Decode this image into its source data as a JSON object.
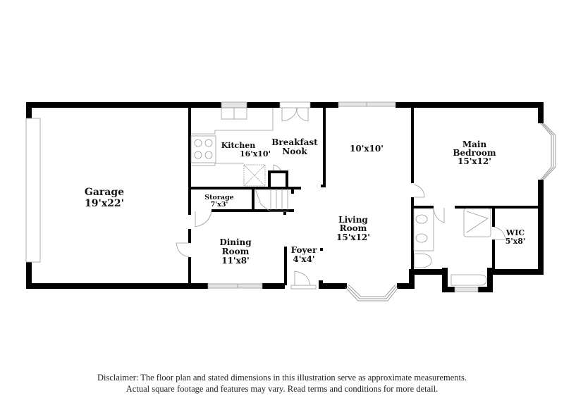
{
  "floor_plan": {
    "rooms": [
      {
        "id": "garage",
        "name": "Garage",
        "dims": "19'x22'"
      },
      {
        "id": "kitchen",
        "name": "Kitchen",
        "dims": "16'x10'"
      },
      {
        "id": "breakfast-nook",
        "name": "Breakfast Nook",
        "name_line1": "Breakfast",
        "name_line2": "Nook"
      },
      {
        "id": "unlabeled-room",
        "name": "",
        "dims": "10'x10'"
      },
      {
        "id": "main-bedroom",
        "name": "Main Bedroom",
        "name_line1": "Main",
        "name_line2": "Bedroom",
        "dims": "15'x12'"
      },
      {
        "id": "storage",
        "name": "Storage",
        "dims": "7'x3'"
      },
      {
        "id": "dining-room",
        "name": "Dining Room",
        "name_line1": "Dining",
        "name_line2": "Room",
        "dims": "11'x8'"
      },
      {
        "id": "foyer",
        "name": "Foyer",
        "dims": "4'x4'"
      },
      {
        "id": "living-room",
        "name": "Living Room",
        "name_line1": "Living",
        "name_line2": "Room",
        "dims": "15'x12'"
      },
      {
        "id": "wic",
        "name": "WIC",
        "dims": "5'x8'"
      }
    ],
    "colors": {
      "wall": "#000000",
      "fixture": "#9a9a9a",
      "window": "#d9d9d9",
      "text": "#111111"
    }
  },
  "disclaimer": {
    "line1": "Disclaimer: The floor plan and stated dimensions in this illustration serve as approximate measurements.",
    "line2": "Actual square footage and features may vary. Read terms and conditions for more detail."
  }
}
